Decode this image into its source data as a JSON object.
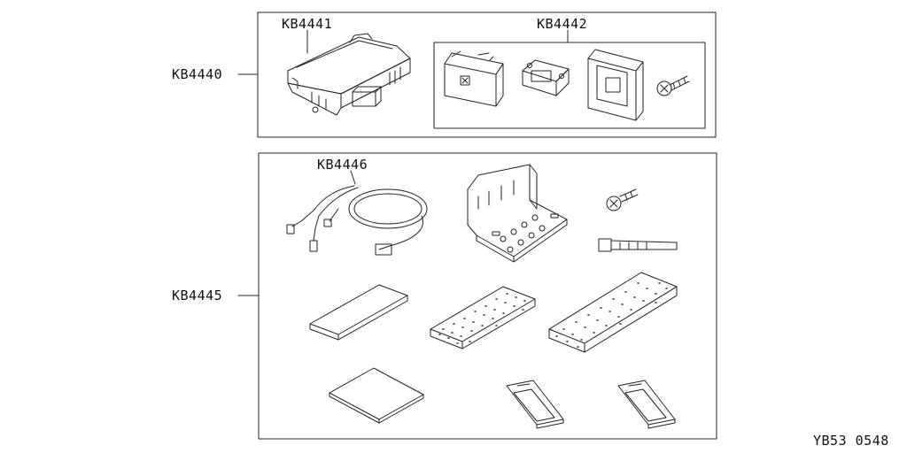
{
  "assemblies": [
    {
      "code": "KB4440",
      "subparts": [
        "KB4441",
        "KB4442"
      ]
    },
    {
      "code": "KB4445",
      "subparts": [
        "KB4446"
      ]
    }
  ],
  "labels": {
    "kb4440": "KB4440",
    "kb4441": "KB4441",
    "kb4442": "KB4442",
    "kb4445": "KB4445",
    "kb4446": "KB4446"
  },
  "footer": {
    "drawing_code": "YB53 0548"
  },
  "colors": {
    "line": "#222222",
    "background": "#ffffff"
  },
  "icons": [
    "control-unit-icon",
    "switch-knob-icon",
    "bracket-plate-icon",
    "bezel-frame-icon",
    "screw-icon",
    "wire-harness-icon",
    "l-bracket-icon",
    "bolt-icon",
    "cable-tie-icon",
    "flat-pad-icon",
    "foam-strip-icon",
    "adhesive-tape-icon"
  ]
}
